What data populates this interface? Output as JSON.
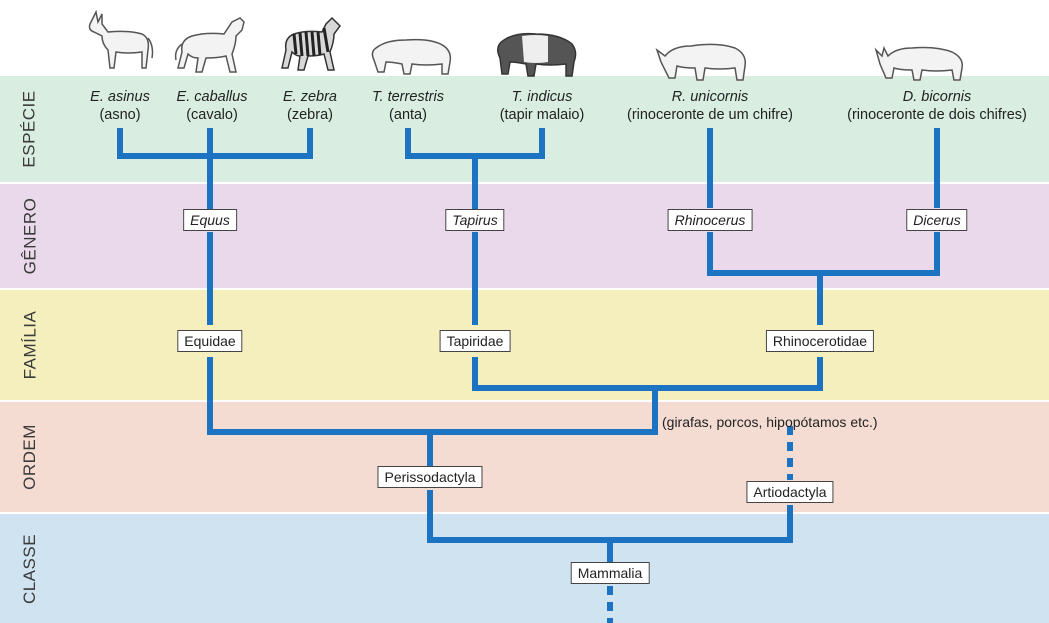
{
  "colors": {
    "especie_band": "#d9eee1",
    "genero_band": "#ead9ea",
    "familia_band": "#f5efbe",
    "ordem_band": "#f5dcd3",
    "classe_band": "#cfe3f1",
    "tree_line": "#1b73c2"
  },
  "bands": [
    {
      "id": "especie",
      "label": "ESPÉCIE"
    },
    {
      "id": "genero",
      "label": "GÊNERO"
    },
    {
      "id": "familia",
      "label": "FAMÍLIA"
    },
    {
      "id": "ordem",
      "label": "ORDEM"
    },
    {
      "id": "classe",
      "label": "CLASSE"
    }
  ],
  "species": [
    {
      "sci": "E. asinus",
      "common": "(asno)",
      "icon": "donkey-icon"
    },
    {
      "sci": "E. caballus",
      "common": "(cavalo)",
      "icon": "horse-icon"
    },
    {
      "sci": "E. zebra",
      "common": "(zebra)",
      "icon": "zebra-icon"
    },
    {
      "sci": "T. terrestris",
      "common": "(anta)",
      "icon": "tapir-icon"
    },
    {
      "sci": "T. indicus",
      "common": "(tapir malaio)",
      "icon": "malayan-tapir-icon"
    },
    {
      "sci": "R. unicornis",
      "common": "(rinoceronte de um chifre)",
      "icon": "rhino-icon"
    },
    {
      "sci": "D. bicornis",
      "common": "(rinoceronte de dois chifres)",
      "icon": "black-rhino-icon"
    }
  ],
  "genera": [
    "Equus",
    "Tapirus",
    "Rhinocerus",
    "Dicerus"
  ],
  "families": [
    "Equidae",
    "Tapiridae",
    "Rhinocerotidae"
  ],
  "orders": [
    "Perissodactyla",
    "Artiodactyla"
  ],
  "order_note": "(girafas, porcos, hipopótamos etc.)",
  "classes": [
    "Mammalia"
  ]
}
